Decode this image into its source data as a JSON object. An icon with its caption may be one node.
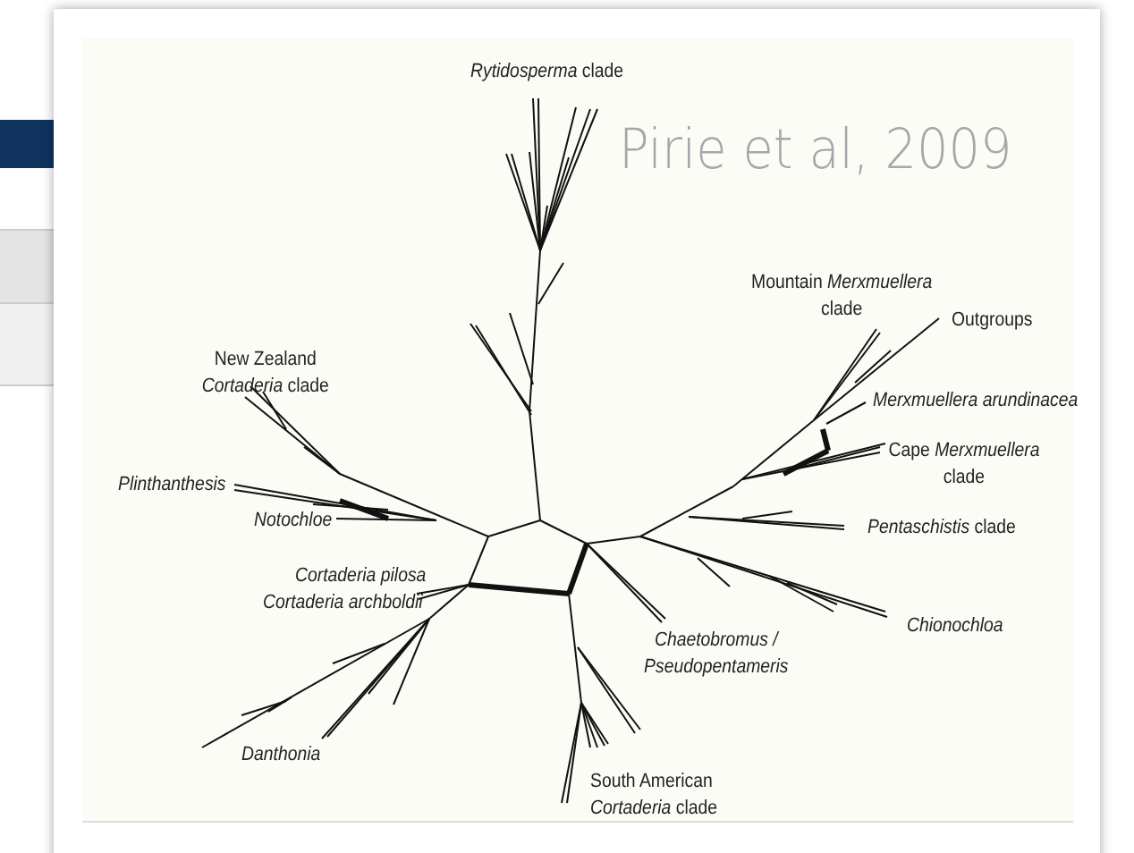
{
  "diagram": {
    "labels": [
      "*Rytidosperma* clade",
      "Pirie et al, 2009",
      "Mountain *Merxmuellera* clade",
      "Outgroups",
      "New Zealand *Cortaderia* clade",
      "Merxmuellera arundinacea",
      "Cape *Merxmuellera* clade",
      "Plinthanthesis",
      "Notochloe",
      "*Pentaschistis* clade",
      "Cortaderia pilosa",
      "Cortaderia archboldii",
      "Chionochloa",
      "Chaetobromus / Pseudopentameris",
      "Danthonia",
      "South American *Cortaderia* clade"
    ]
  }
}
